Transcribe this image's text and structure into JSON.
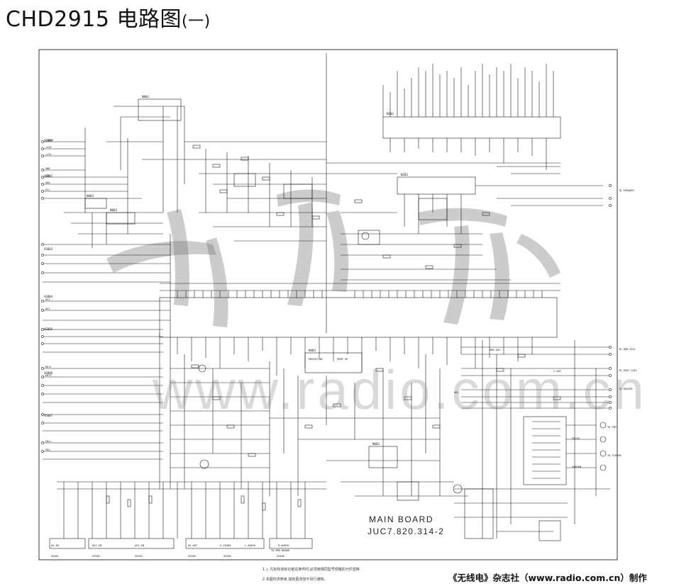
{
  "title": {
    "main": "CHD2915 电路图",
    "suffix": "(一)"
  },
  "board": {
    "name": "MAIN BOARD",
    "code": "JUC7.820.314-2"
  },
  "watermark": {
    "url": "www.radio.com.cn"
  },
  "notes": [
    "1  △ 凡标有该标记者在换件时,必须用相同型号规格的元件替换",
    "2  本图仅供参考,如有更改恕不另行通知。"
  ],
  "credit": "《无线电》杂志社（www.radio.com.cn）制作",
  "components": {
    "left_connectors": [
      "XS801",
      "XS802",
      "XS803",
      "XS804",
      "XS805",
      "XS806",
      "XS807"
    ],
    "left_pins": [
      "+185V",
      "+33V",
      "+12V",
      "GND",
      "+5V",
      "SDA",
      "SCL",
      "AV1",
      "AV2",
      "KEY1",
      "KEY2",
      "VOL+",
      "VOL-"
    ],
    "ics": [
      "N801",
      "N802",
      "N803",
      "N101",
      "N201",
      "N401",
      "N601"
    ],
    "right_outputs": [
      "TO SPEAKER",
      "TO HDR COIL",
      "TO VERT COIL",
      "TO HEATER",
      "TO FBT",
      "TO SCREEN"
    ],
    "bottom_connectors": [
      "XS501",
      "XS502",
      "XS503",
      "XS504",
      "XS505",
      "XS506"
    ],
    "bottom_labels": [
      "AV-IN",
      "AV1-IN",
      "AV2-IN",
      "AV-OUT",
      "S-VIDEO",
      "L-AUDIO",
      "R-AUDIO",
      "TO EMS BOARD"
    ],
    "misc_labels": [
      "PROTECTOR",
      "PUMP UP",
      "ABL",
      "HOR OSC",
      "V-OUT",
      "SCREEN",
      "FOCUS"
    ]
  }
}
